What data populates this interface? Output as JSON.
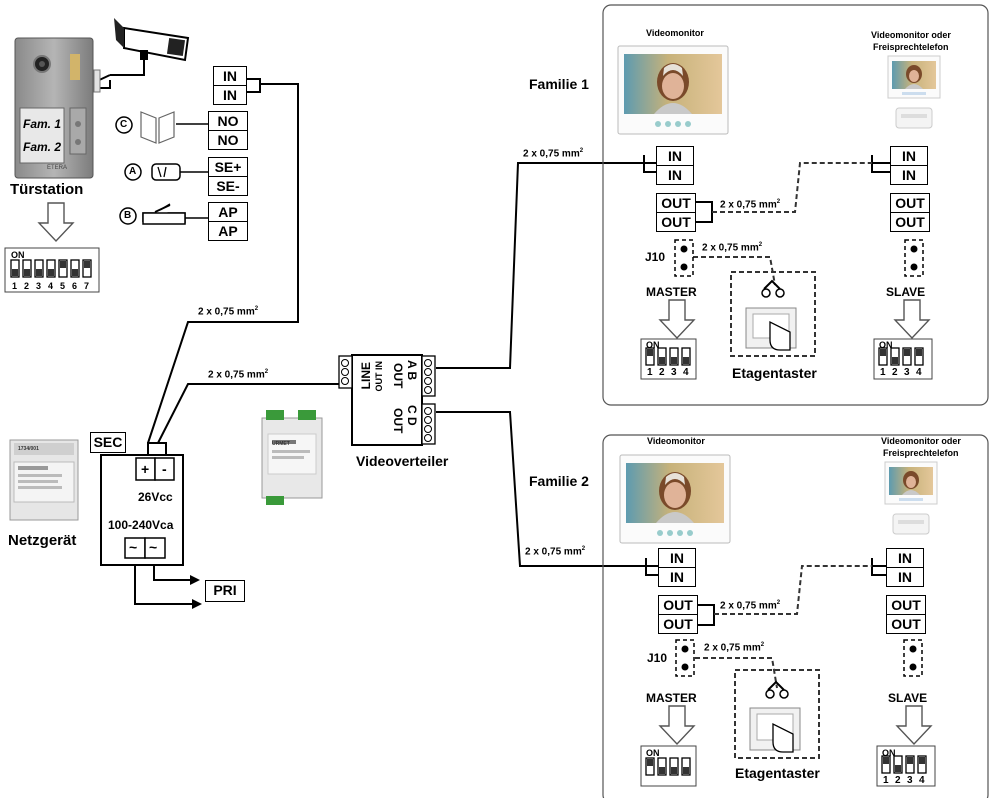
{
  "door_station": {
    "title": "Türstation",
    "plates": [
      "Fam. 1",
      "Fam. 2"
    ],
    "brand": "ETERA"
  },
  "door_terminals": {
    "in": [
      "IN",
      "IN"
    ],
    "no": [
      "NO",
      "NO"
    ],
    "se": [
      "SE+",
      "SE-"
    ],
    "ap": [
      "AP",
      "AP"
    ],
    "markers": [
      "C",
      "A",
      "B"
    ]
  },
  "dip_labels": {
    "on": "ON",
    "numbers7": [
      "1",
      "2",
      "3",
      "4",
      "5",
      "6",
      "7"
    ],
    "numbers4": [
      "1",
      "2",
      "3",
      "4"
    ]
  },
  "cables": {
    "spec": "2 x 0,75 mm",
    "sup": "2"
  },
  "power_supply": {
    "title": "Netzgerät",
    "sec": "SEC",
    "pri": "PRI",
    "plus": "+",
    "minus": "-",
    "dc": "26Vcc",
    "ac": "100-240Vca",
    "tilde": "~",
    "device_brand": "1734/001"
  },
  "splitter": {
    "title": "Videoverteiler",
    "line_label": "LINE",
    "line_sub": "OUT IN",
    "ab_label": "A B",
    "ab_sub": "OUT",
    "cd_label": "C D",
    "cd_sub": "OUT",
    "brand": "URMET"
  },
  "family1": {
    "title": "Familie 1",
    "monitor_label": "Videomonitor",
    "second_label_1": "Videomonitor oder",
    "second_label_2": "Freisprechtelefon",
    "in": [
      "IN",
      "IN"
    ],
    "out": [
      "OUT",
      "OUT"
    ],
    "j10": "J10",
    "master": "MASTER",
    "slave": "SLAVE",
    "floor_button": "Etagentaster"
  },
  "family2": {
    "title": "Familie 2",
    "monitor_label": "Videomonitor",
    "second_label_1": "Videomonitor oder",
    "second_label_2": "Freisprechtelefon",
    "in": [
      "IN",
      "IN"
    ],
    "out": [
      "OUT",
      "OUT"
    ],
    "j10": "J10",
    "master": "MASTER",
    "slave": "SLAVE",
    "floor_button": "Etagentaster"
  },
  "colors": {
    "line": "#000000",
    "dashed": "#333333",
    "panel_border": "#555555",
    "skin": "#d9a78b",
    "hair": "#7a4a2a",
    "screen_bg": "#c9b26a",
    "device_grey": "#d8d8d8",
    "green_terminal": "#3a9a3a"
  }
}
